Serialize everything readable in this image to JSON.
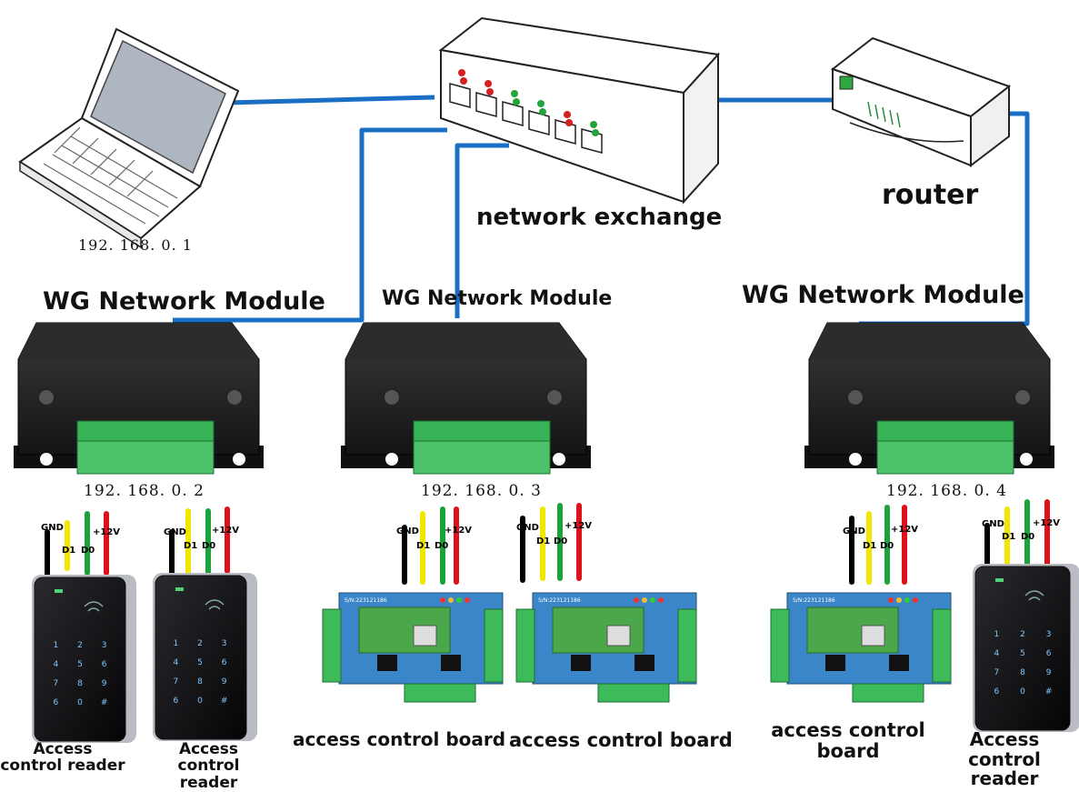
{
  "labels": {
    "network_exchange": "network exchange",
    "router": "router",
    "wg_module_1": "WG Network Module",
    "wg_module_2": "WG Network Module",
    "wg_module_3": "WG Network Module"
  },
  "ips": {
    "laptop": "192. 168. 0. 1",
    "module_1": "192. 168. 0. 2",
    "module_2": "192. 168. 0. 3",
    "module_3": "192. 168. 0. 4"
  },
  "wires": {
    "gnd": "GND",
    "d1": "D1",
    "d0": "D0",
    "v12": "+12V"
  },
  "devices": {
    "reader_1": "Access control reader",
    "reader_2": "Access control reader",
    "board_1": "access control board",
    "board_2": "access control board",
    "board_3": "access control board",
    "reader_3": "Access control reader"
  },
  "board_serial": "S/N:223121186",
  "keypad_keys": [
    "1",
    "2",
    "3",
    "4",
    "5",
    "6",
    "7",
    "8",
    "9",
    "6",
    "0",
    "#"
  ],
  "colors": {
    "cable": "#1a6fc4",
    "wire_gnd": "#000000",
    "wire_d1": "#f2e600",
    "wire_d0": "#1aa33a",
    "wire_v12": "#e0101a",
    "module_body": "#1c1c1c",
    "terminal": "#3dbb5a",
    "pcb_blue": "#3b86c8",
    "pcb_green": "#4aa84a"
  }
}
